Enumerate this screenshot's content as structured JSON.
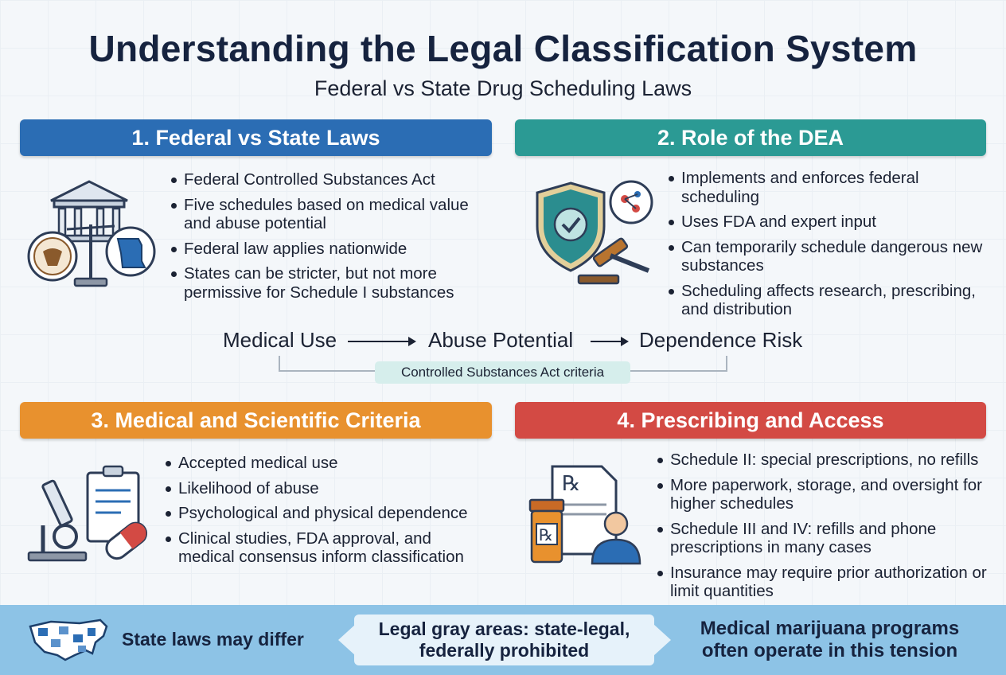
{
  "title": "Understanding the Legal Classification System",
  "subtitle": "Federal vs State Drug Scheduling Laws",
  "sections": [
    {
      "heading": "1. Federal vs State Laws",
      "bullets": [
        "Federal Controlled Substances Act",
        "Five schedules based on medical value and abuse potential",
        "Federal law applies nationwide",
        "States can be stricter, but not more permissive for Schedule I substances"
      ]
    },
    {
      "heading": "2. Role of the DEA",
      "bullets": [
        "Implements and enforces federal scheduling",
        "Uses FDA and expert input",
        "Can temporarily schedule dangerous new substances",
        "Scheduling affects research, prescribing, and distribution"
      ]
    },
    {
      "heading": "3. Medical and Scientific Criteria",
      "bullets": [
        "Accepted medical use",
        "Likelihood of abuse",
        "Psychological and physical dependence",
        "Clinical studies, FDA approval, and medical consensus inform classification"
      ]
    },
    {
      "heading": "4. Prescribing and Access",
      "bullets": [
        "Schedule II: special prescriptions, no refills",
        "More paperwork, storage, and oversight for higher schedules",
        "Schedule III and IV: refills and phone prescriptions in many cases",
        "Insurance may require prior authorization or limit quantities"
      ]
    }
  ],
  "flow": {
    "steps": [
      "Medical Use",
      "Abuse Potential",
      "Dependence Risk"
    ],
    "caption": "Controlled Substances Act criteria"
  },
  "footer": {
    "left": "State laws may differ",
    "middle": "Legal gray areas: state-legal, federally prohibited",
    "right": "Medical marijuana programs often operate in this tension"
  },
  "icons": {
    "rx_symbol": "℞",
    "section1": [
      "courthouse-icon",
      "seal-icon",
      "scales-icon",
      "state-map-icon"
    ],
    "section2": [
      "shield-check-icon",
      "gavel-icon",
      "molecule-icon"
    ],
    "section3": [
      "microscope-icon",
      "clipboard-icon",
      "capsule-icon"
    ],
    "section4": [
      "prescription-document-icon",
      "pill-bottle-icon",
      "doctor-icon"
    ],
    "footer": [
      "us-map-icon"
    ]
  },
  "colors": {
    "section1": "#2b6db4",
    "section2": "#2b9a94",
    "section3": "#e8912e",
    "section4": "#d34a44",
    "footer": "#8dc3e6"
  }
}
